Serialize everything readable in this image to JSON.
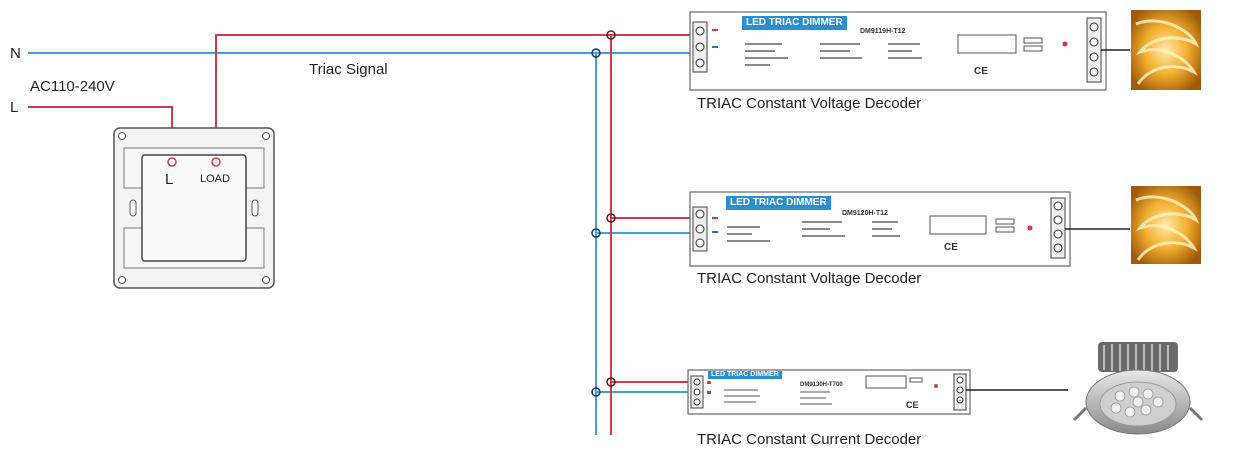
{
  "labels": {
    "neutral": "N",
    "line": "L",
    "voltage": "AC110-240V",
    "triac_signal": "Triac Signal",
    "switch_l": "L",
    "switch_load": "LOAD"
  },
  "decoders": [
    {
      "tag": "LED TRIAC DIMMER",
      "model": "DM9119H-T12",
      "ce": "CE",
      "caption": "TRIAC Constant  Voltage Decoder"
    },
    {
      "tag": "LED TRIAC DIMMER",
      "model": "DM9120H-T12",
      "ce": "CE",
      "caption": "TRIAC Constant  Voltage Decoder"
    },
    {
      "tag": "LED TRIAC DIMMER",
      "model": "DM9130H-T700",
      "ce": "CE",
      "caption": "TRIAC Constant Current Decoder"
    }
  ],
  "colors": {
    "live": "#d23a4a",
    "neutral": "#3fa2d8",
    "tag": "#2a8fd0"
  },
  "icons": [
    "wall-dimmer-switch-icon",
    "led-strip-icon",
    "led-strip-icon",
    "led-downlight-icon"
  ]
}
